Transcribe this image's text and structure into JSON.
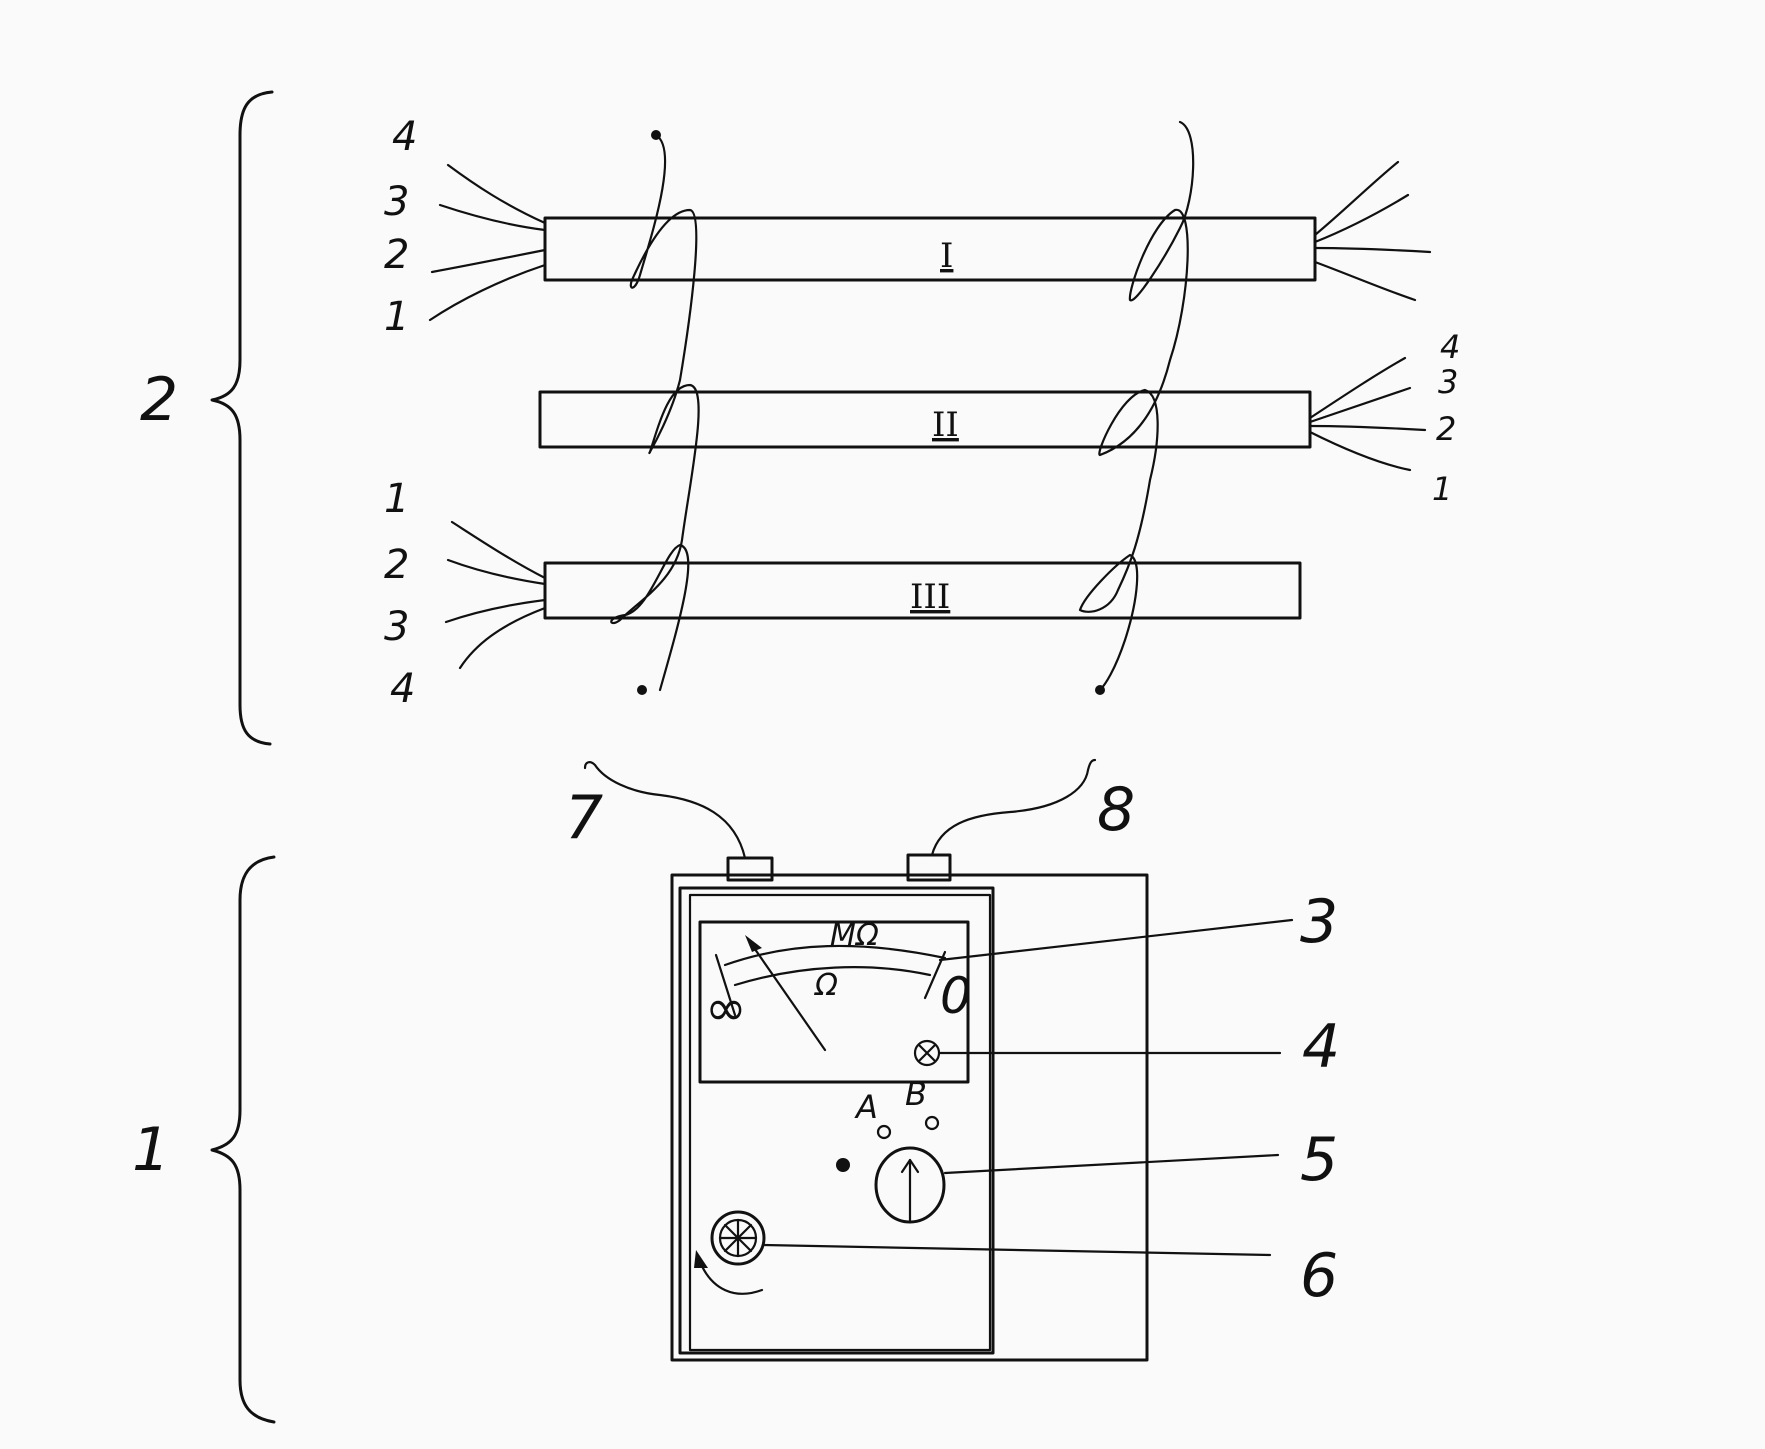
{
  "groups": {
    "top_label": "2",
    "bottom_label": "1"
  },
  "cables": [
    {
      "id": "I",
      "label": "I",
      "wire_labels": [
        "4",
        "3",
        "2",
        "1"
      ]
    },
    {
      "id": "II",
      "label": "II",
      "wire_labels": [
        "4",
        "3",
        "2",
        "1"
      ]
    },
    {
      "id": "III",
      "label": "III",
      "wire_labels": [
        "1",
        "2",
        "3",
        "4"
      ]
    }
  ],
  "meter": {
    "scale_upper_unit": "MΩ",
    "scale_lower_unit": "Ω",
    "scale_left_mark": "∞",
    "scale_right_mark": "0",
    "terminal_a": "A",
    "terminal_b": "B"
  },
  "callouts": {
    "lead_left": "7",
    "lead_right": "8",
    "c3": "3",
    "c4": "4",
    "c5": "5",
    "c6": "6"
  }
}
